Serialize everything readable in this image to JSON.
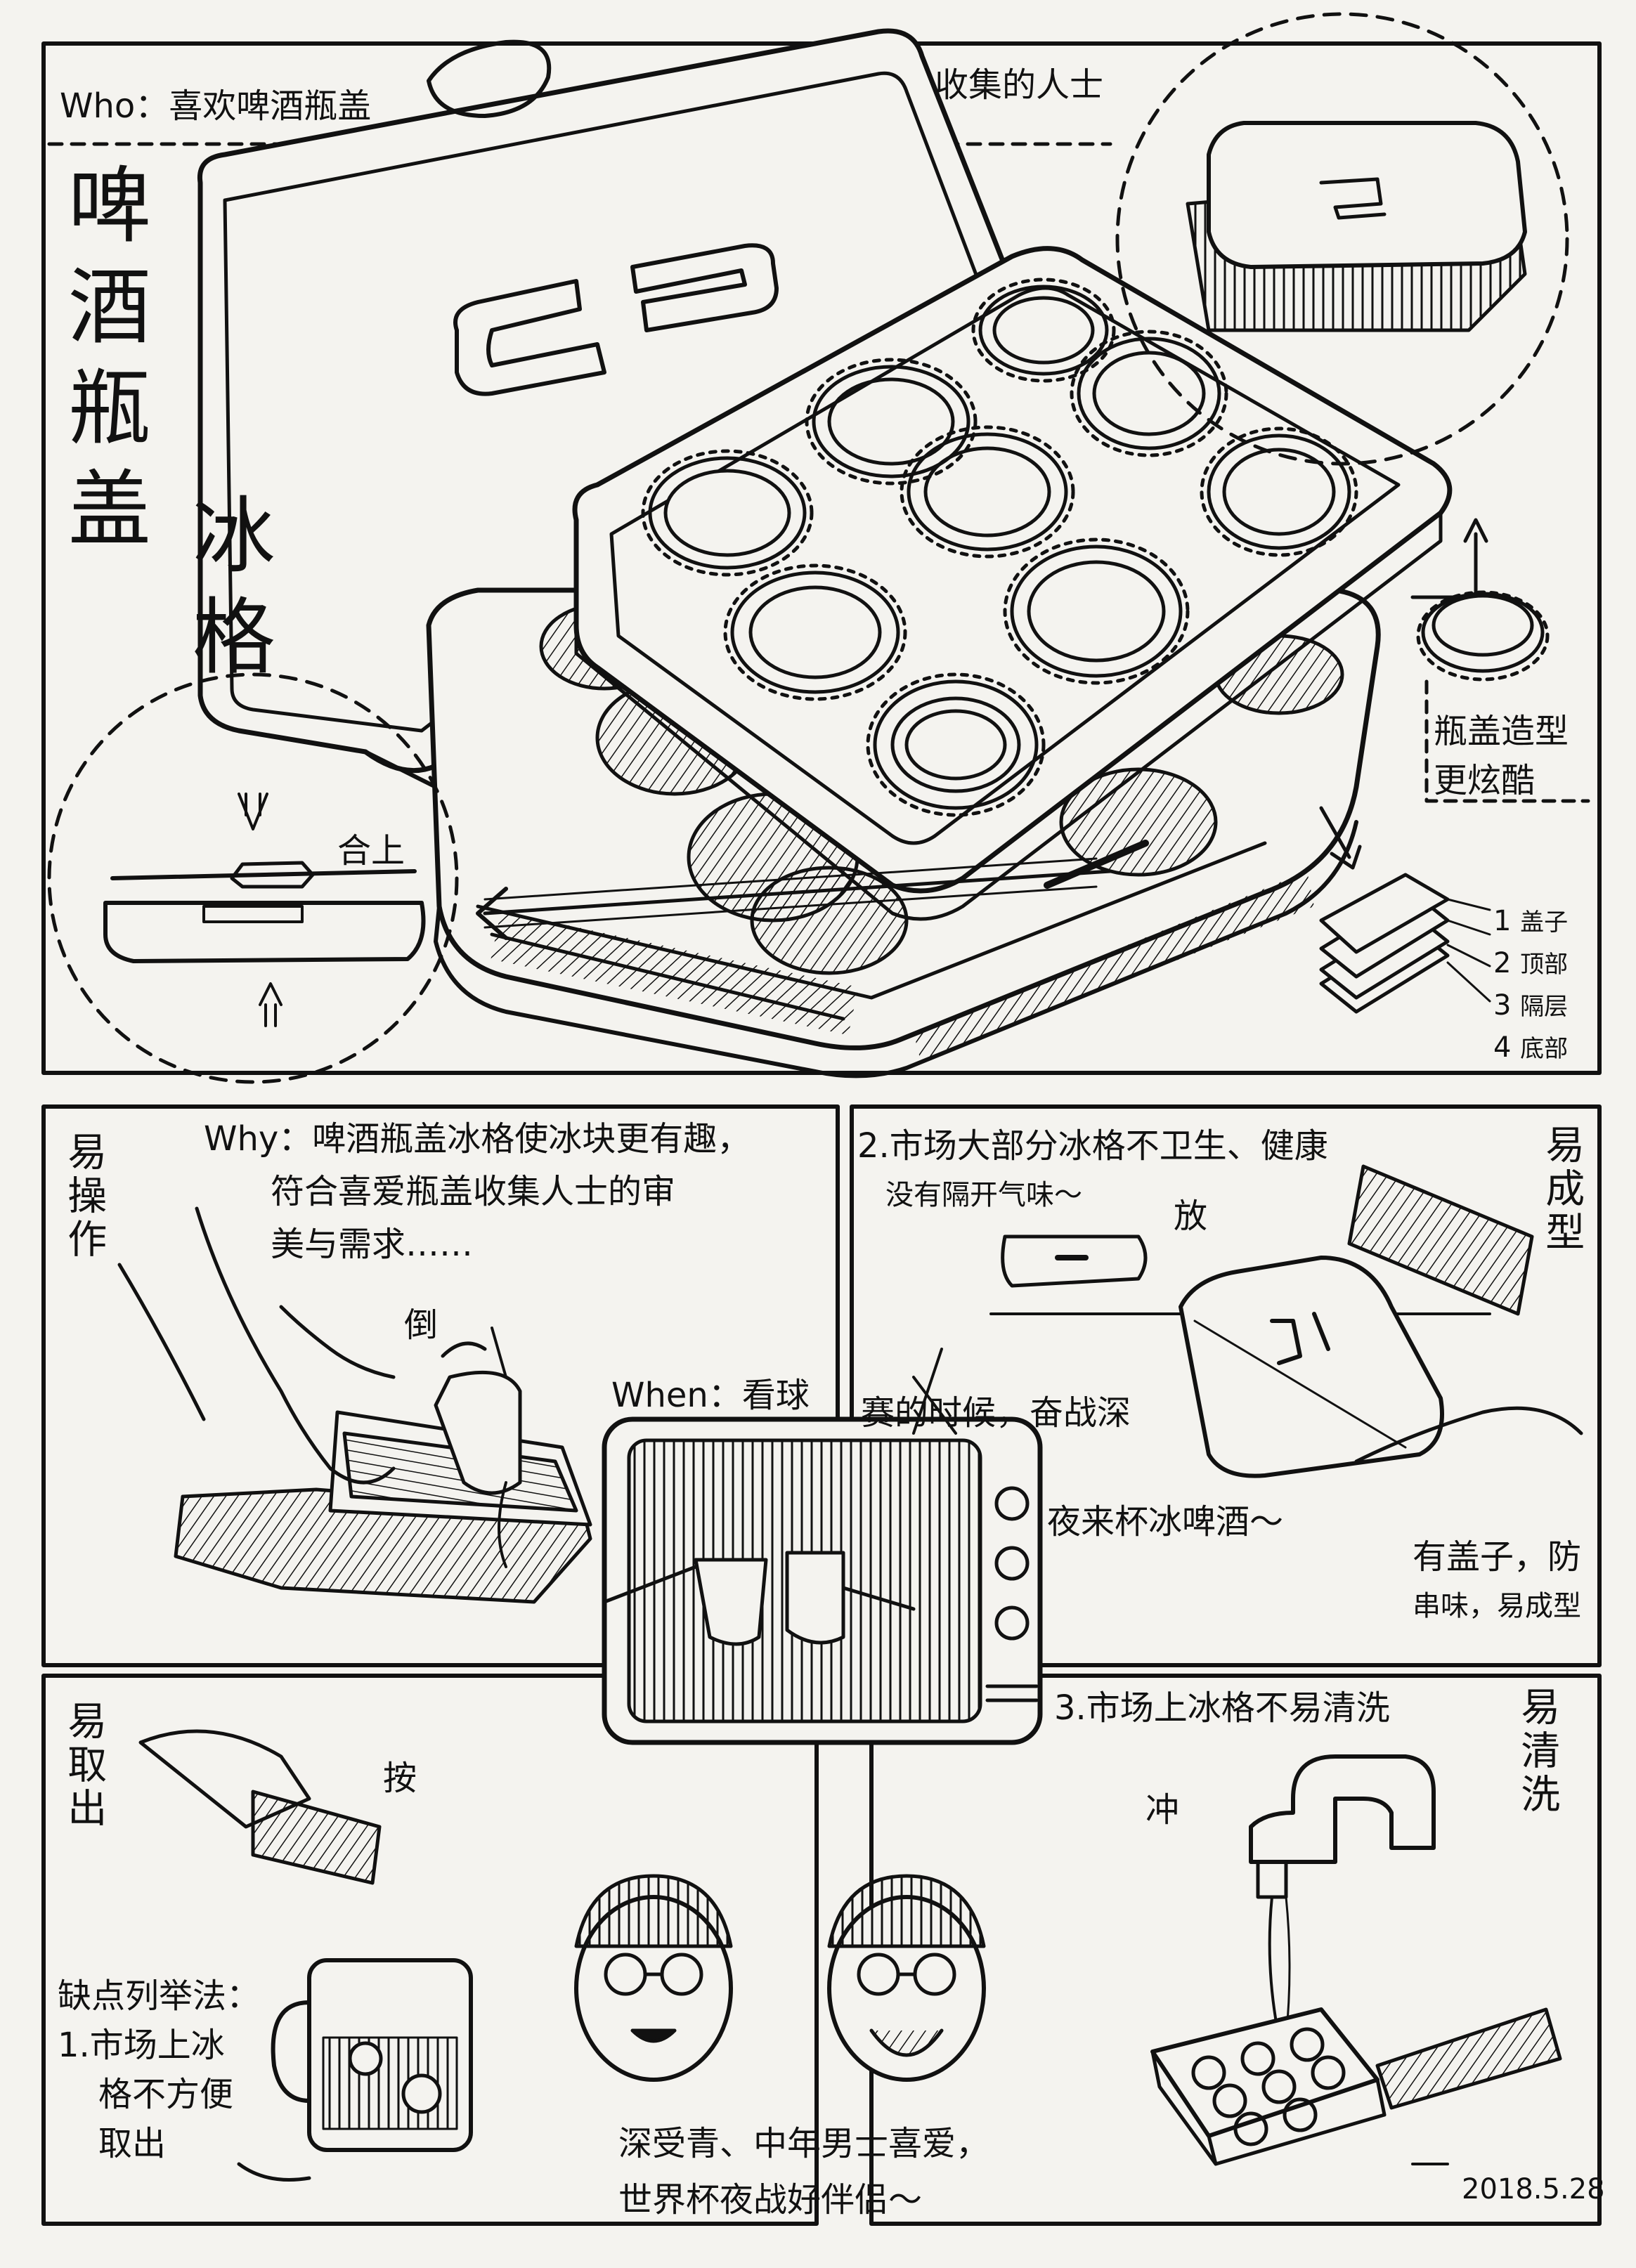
{
  "panel1": {
    "who": "Who：喜欢啤酒瓶盖",
    "who_cont": "收集的人士",
    "title": "啤酒瓶盖",
    "subtitle": "冰格",
    "close": "合上",
    "bottle_cap_note_1": "瓶盖造型",
    "bottle_cap_note_2": "更炫酷",
    "layers": [
      {
        "num": "1",
        "label": "盖子"
      },
      {
        "num": "2",
        "label": "顶部"
      },
      {
        "num": "3",
        "label": "隔层"
      },
      {
        "num": "4",
        "label": "底部"
      }
    ]
  },
  "panel2": {
    "side": "易操作",
    "why_line1": "Why：啤酒瓶盖冰格使冰块更有趣，",
    "why_line2": "符合喜爱瓶盖收集人士的审",
    "why_line3": "美与需求……",
    "pour": "倒"
  },
  "panel3": {
    "point2_line1": "2.市场大部分冰格不卫生、健康",
    "point2_line2": "没有隔开气味～",
    "side": "易成型",
    "put": "放",
    "when": "When：看球",
    "when_line1": "赛的时候，奋战深",
    "when_line2": "夜来杯冰啤酒～",
    "lid_line1": "有盖子，防",
    "lid_line2": "串味，易成型"
  },
  "panel4": {
    "side": "易取出",
    "press": "按",
    "defect_title": "缺点列举法：",
    "defect_line1": "1.市场上冰",
    "defect_line2": "格不方便",
    "defect_line3": "取出"
  },
  "panel5": {
    "love_line1": "深受青、中年男士喜爱，",
    "love_line2": "世界杯夜战好伴侣～"
  },
  "panel6": {
    "point3": "3.市场上冰格不易清洗",
    "side": "易清洗",
    "rinse": "冲",
    "signature": "2018.5.28"
  }
}
